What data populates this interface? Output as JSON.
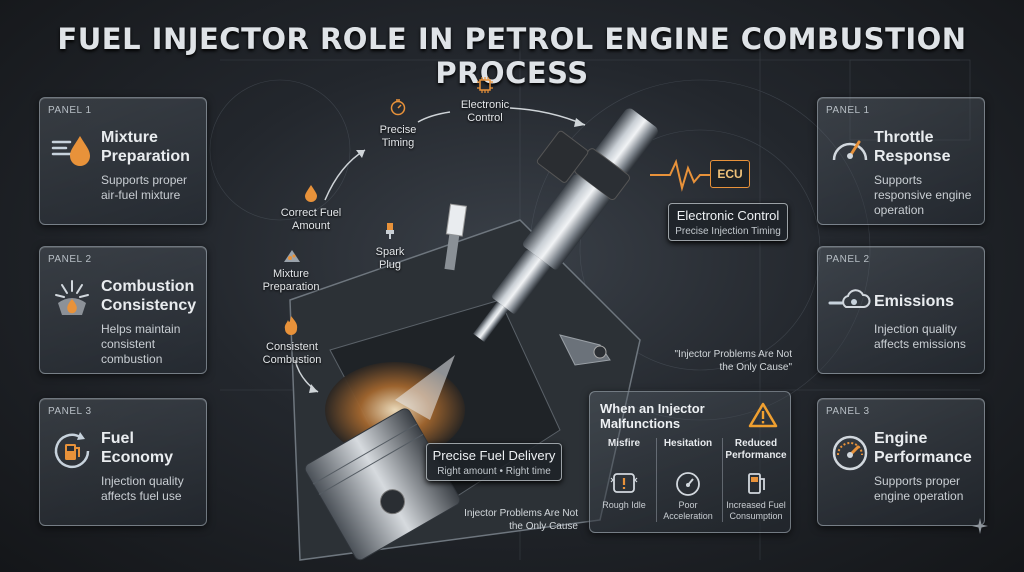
{
  "title": "FUEL INJECTOR ROLE IN PETROL ENGINE COMBUSTION PROCESS",
  "colors": {
    "accent_orange": "#e8923a",
    "panel_border": "#c8d2dc",
    "warning": "#f0a030"
  },
  "left_panels": [
    {
      "number": "PANEL 1",
      "title": "Mixture Preparation",
      "desc": "Supports proper air-fuel mixture",
      "icon": "air-fuel-droplet-icon"
    },
    {
      "number": "PANEL 2",
      "title": "Combustion Consistency",
      "desc": "Helps maintain consistent combustion",
      "icon": "spark-flame-icon"
    },
    {
      "number": "PANEL 3",
      "title": "Fuel Economy",
      "desc": "Injection quality affects fuel use",
      "icon": "fuel-pump-cycle-icon"
    }
  ],
  "right_panels": [
    {
      "number": "PANEL 1",
      "title": "Throttle Response",
      "desc": "Supports responsive engine operation",
      "icon": "gauge-icon"
    },
    {
      "number": "PANEL 2",
      "title": "Emissions",
      "desc": "Injection quality affects emissions",
      "icon": "exhaust-cloud-icon"
    },
    {
      "number": "PANEL 3",
      "title": "Engine Performance",
      "desc": "Supports proper engine operation",
      "icon": "speedometer-icon"
    }
  ],
  "flow": {
    "electronic_control": "Electronic Control",
    "precise_timing": "Precise Timing",
    "correct_fuel_amount": "Correct Fuel Amount",
    "spark_plug": "Spark Plug",
    "mixture_preparation": "Mixture Preparation",
    "consistent_combustion": "Consistent Combustion"
  },
  "ecu_label": "ECU",
  "ecu_callout": {
    "title": "Electronic Control",
    "subtitle": "Precise Injection Timing"
  },
  "delivery_callout": {
    "title": "Precise Fuel Delivery",
    "subtitle": "Right amount • Right time"
  },
  "quote_top": "\"Injector Problems Are Not the Only Cause\"",
  "quote_bottom": "Injector Problems Are Not the Only Cause",
  "malfunction": {
    "title": "When an Injector Malfunctions",
    "columns": [
      {
        "header": "Misfire",
        "label": "Rough Idle",
        "icon": "rough-idle-icon"
      },
      {
        "header": "Hesitation",
        "label": "Poor Acceleration",
        "icon": "gauge-icon"
      },
      {
        "header": "Reduced Performance",
        "label": "Increased Fuel Consumption",
        "icon": "fuel-pump-icon"
      }
    ]
  }
}
